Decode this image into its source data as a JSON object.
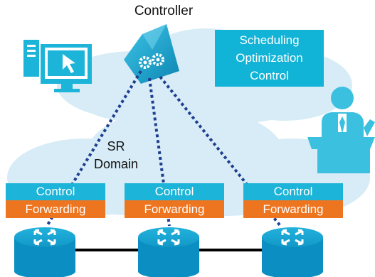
{
  "controller": {
    "label": "Controller"
  },
  "sr_domain": {
    "line1": "SR",
    "line2": "Domain"
  },
  "functions": {
    "line1": "Scheduling",
    "line2": "Optimization",
    "line3": "Control"
  },
  "nodes": [
    {
      "control": "Control",
      "forwarding": "Forwarding"
    },
    {
      "control": "Control",
      "forwarding": "Forwarding"
    },
    {
      "control": "Control",
      "forwarding": "Forwarding"
    }
  ],
  "colors": {
    "cloud": "#d7ecf6",
    "cyan": "#1cb4d8",
    "forwarding": "#ee7520",
    "dotted_link": "#1e3f8f"
  },
  "icons": [
    "computer-icon",
    "controller-gear-icon",
    "presenter-icon",
    "router-icon"
  ]
}
